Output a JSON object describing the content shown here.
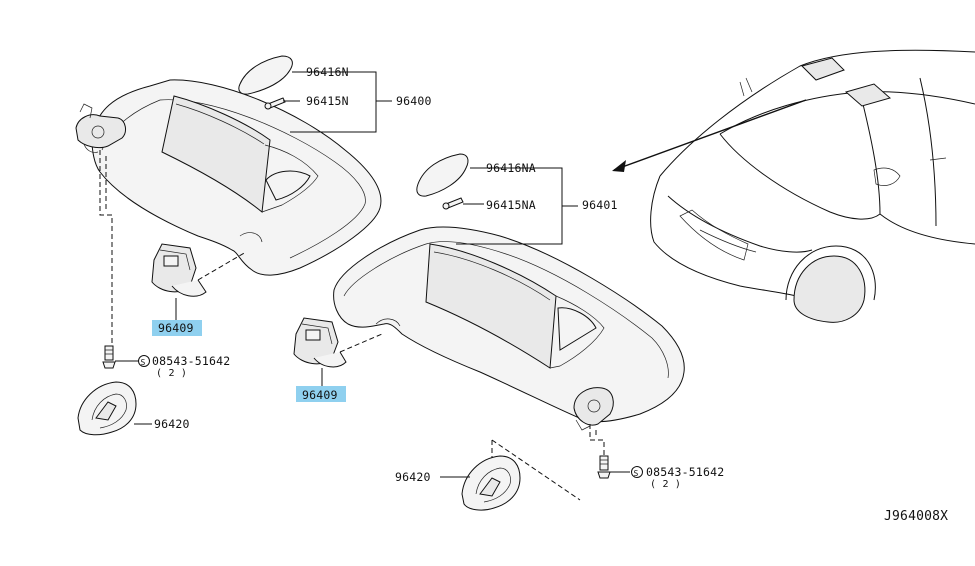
{
  "labels": {
    "p96416n": "96416N",
    "p96415n": "96415N",
    "p96400": "96400",
    "p96416na": "96416NA",
    "p96415na": "96415NA",
    "p96401": "96401",
    "p96409_left": "96409",
    "p96409_right": "96409",
    "screw_left": "08543-51642",
    "screw_left_qty": "( 2 )",
    "p96420_left": "96420",
    "p96420_right": "96420",
    "screw_right": "08543-51642",
    "screw_right_qty": "( 2 )",
    "screw_symbol": "S",
    "diagram_code": "J964008X"
  },
  "colors": {
    "highlight": "#8fd0ef",
    "line": "#111111"
  }
}
